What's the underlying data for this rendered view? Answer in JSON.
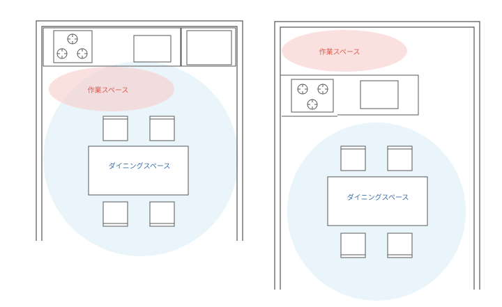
{
  "plans": [
    {
      "id": "plan-a",
      "work_label": "作業スペース",
      "dining_label": "ダイニングスペース"
    },
    {
      "id": "plan-b",
      "work_label": "作業スペース",
      "dining_label": "ダイニングスペース"
    }
  ],
  "colors": {
    "work_zone": "#f6c9c6",
    "dining_zone": "#d9ecf8",
    "work_text": "#e05a4e",
    "dining_text": "#3a6fa8",
    "line": "#555555"
  }
}
